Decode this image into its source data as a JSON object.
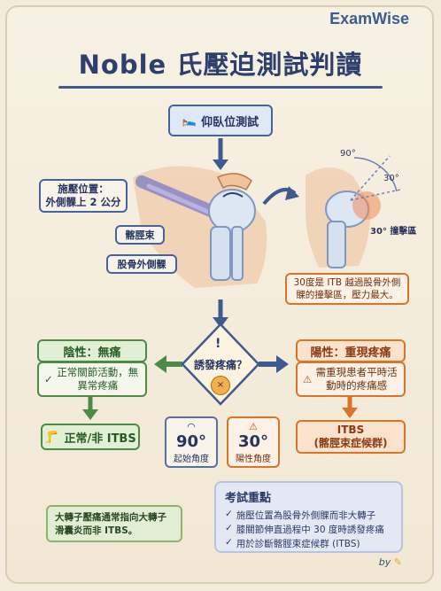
{
  "brand": "ExamWise",
  "title": "Noble 氏壓迫測試判讀",
  "start": "仰臥位測試",
  "labels": {
    "pressure": "施壓位置：\n外側髁上 2 公分",
    "itb": "髂脛束",
    "condyle": "股骨外側髁"
  },
  "angles": {
    "a90": "90°",
    "a30": "30°",
    "impact": "30° 撞擊區"
  },
  "impact_note": "30度是 ITB 越過股骨外側髁的撞擊區，壓力最大。",
  "decision": "誘發疼痛？",
  "negative": {
    "head": "陰性：無痛",
    "body": "正常關節活動，無異常疼痛",
    "result": "正常/非 ITBS"
  },
  "positive": {
    "head": "陽性：重現疼痛",
    "body": "需重現患者平時活動時的疼痛感",
    "result": "ITBS\n(髂脛束症候群)"
  },
  "angle_cards": [
    {
      "value": "90°",
      "caption": "起始角度"
    },
    {
      "value": "30°",
      "caption": "陽性角度"
    }
  ],
  "key_points": {
    "title": "考試重點",
    "items": [
      "施壓位置為股骨外側髁而非大轉子",
      "膝關節伸直過程中 30 度時誘發疼痛",
      "用於診斷髂脛束症候群 (ITBS)"
    ]
  },
  "note": "大轉子壓痛通常指向大轉子滑囊炎而非 ITBS。",
  "by": "by",
  "colors": {
    "navy": "#2e3f6e",
    "green": "#4d8a45",
    "orange": "#d9742b"
  }
}
